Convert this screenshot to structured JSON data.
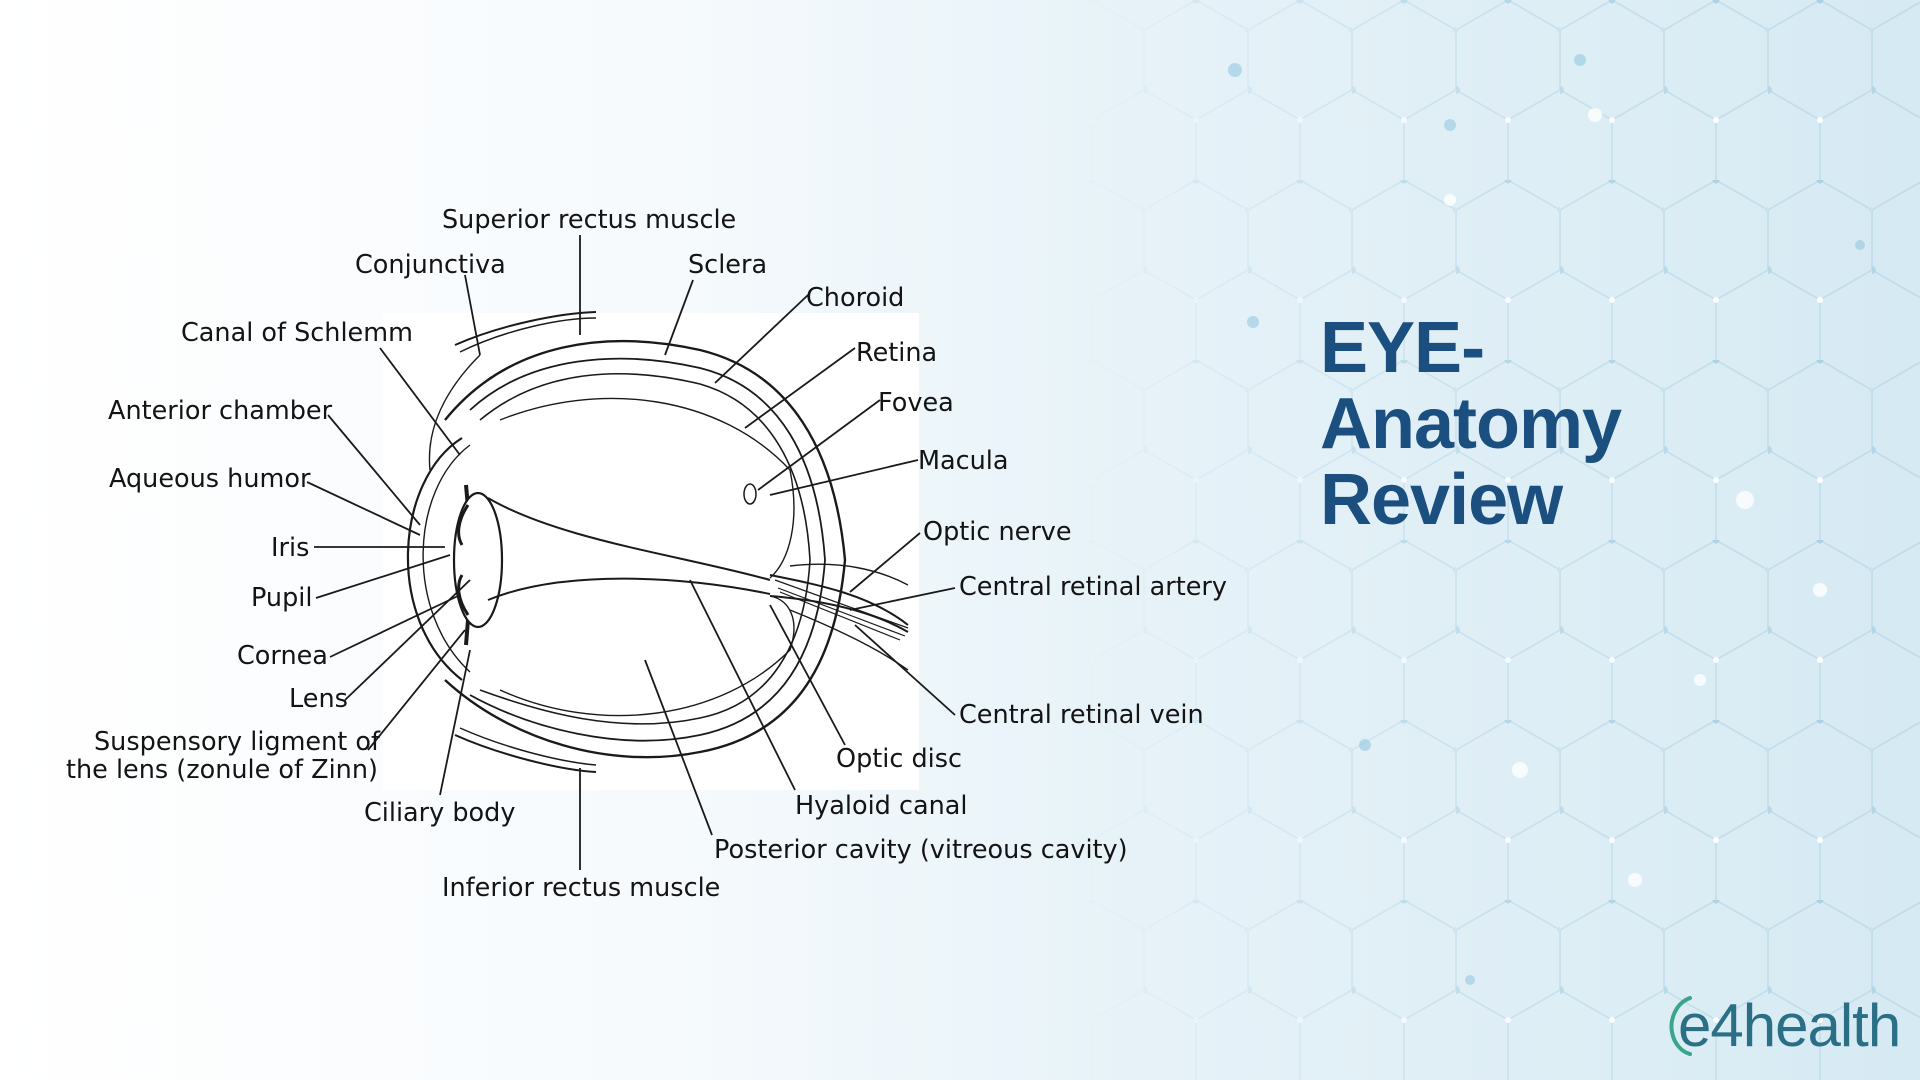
{
  "slide": {
    "title_lines": [
      "EYE-",
      "Anatomy",
      "Review"
    ]
  },
  "diagram": {
    "labels": {
      "superior_rectus": "Superior rectus muscle",
      "conjunctiva": "Conjunctiva",
      "sclera": "Sclera",
      "choroid": "Choroid",
      "canal_schlemm": "Canal of Schlemm",
      "retina": "Retina",
      "fovea": "Fovea",
      "anterior_chamber": "Anterior chamber",
      "macula": "Macula",
      "aqueous_humor": "Aqueous humor",
      "iris": "Iris",
      "optic_nerve": "Optic nerve",
      "pupil": "Pupil",
      "central_retinal_artery": "Central retinal artery",
      "cornea": "Cornea",
      "lens": "Lens",
      "suspensory_line1": "Suspensory ligment of",
      "suspensory_line2": "the lens (zonule of Zinn)",
      "central_retinal_vein": "Central retinal vein",
      "optic_disc": "Optic disc",
      "ciliary_body": "Ciliary body",
      "hyaloid_canal": "Hyaloid canal",
      "posterior_cavity": "Posterior cavity (vitreous cavity)",
      "inferior_rectus": "Inferior rectus muscle"
    }
  },
  "logo": {
    "brand": "e4health"
  },
  "colors": {
    "title": "#1b4f80",
    "logo": "#2a6f86",
    "logo_accent": "#3aa58a"
  }
}
